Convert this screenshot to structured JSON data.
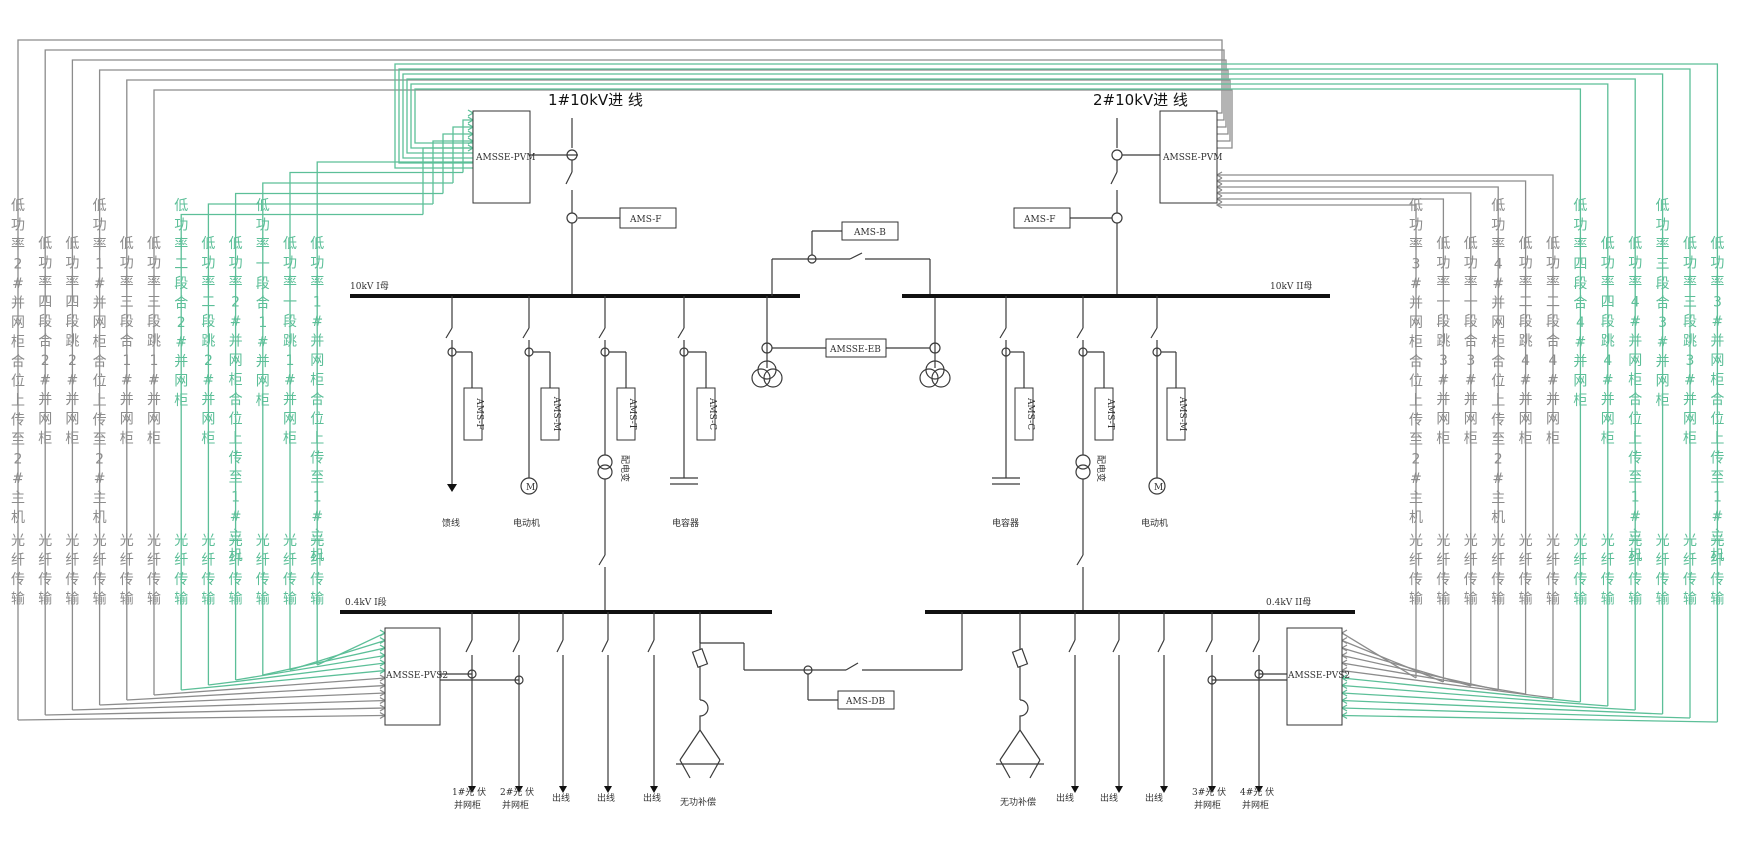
{
  "incoming": {
    "left": "1#10kV进 线",
    "right": "2#10kV进 线"
  },
  "devices": {
    "pvm": "AMSSE-PVM",
    "f": "AMS-F",
    "b": "AMS-B",
    "eb": "AMSSE-EB",
    "pvs2": "AMSSE-PVS2",
    "db": "AMS-DB",
    "branch_f": "AMS-F",
    "branch_m": "AMS-M",
    "branch_t": "AMS-T",
    "branch_c": "AMS-C"
  },
  "buses": {
    "hv_left": "10kV I母",
    "hv_right": "10kV II母",
    "lv_left": "0.4kV I段",
    "lv_right": "0.4kV II母"
  },
  "loads": {
    "feeder": "馈线",
    "motor": "电动机",
    "capacitor": "电容器",
    "transformer": "配电变",
    "motor_symbol": "M",
    "pv1": "1#光 伏",
    "pv2": "2#光 伏",
    "pv3": "3#光 伏",
    "pv4": "4#光 伏",
    "grid_cab": "并网柜",
    "out": "出线",
    "reactive": "无功补偿"
  },
  "left_labels": [
    {
      "top": "低功率2#并网柜合位上传至2#主机",
      "bottom": "光纤传输",
      "color": "gray"
    },
    {
      "top": "低功率四段合2#并网柜",
      "bottom": "光纤传输",
      "color": "gray"
    },
    {
      "top": "低功率四段跳2#并网柜",
      "bottom": "光纤传输",
      "color": "gray"
    },
    {
      "top": "低功率1#并网柜合位上传至2#主机",
      "bottom": "光纤传输",
      "color": "gray"
    },
    {
      "top": "低功率三段合1#并网柜",
      "bottom": "光纤传输",
      "color": "gray"
    },
    {
      "top": "低功率三段跳1#并网柜",
      "bottom": "光纤传输",
      "color": "gray"
    },
    {
      "top": "低功率二段合2#并网柜",
      "bottom": "光纤传输",
      "color": "teal"
    },
    {
      "top": "低功率二段跳2#并网柜",
      "bottom": "光纤传输",
      "color": "teal"
    },
    {
      "top": "低功率2#并网柜合位上传至1#主机",
      "bottom": "光纤传输",
      "color": "teal"
    },
    {
      "top": "低功率一段合1#并网柜",
      "bottom": "光纤传输",
      "color": "teal"
    },
    {
      "top": "低功率一段跳1#并网柜",
      "bottom": "光纤传输",
      "color": "teal"
    },
    {
      "top": "低功率1#并网柜合位上传至1#主机",
      "bottom": "光纤传输",
      "color": "teal"
    }
  ],
  "right_labels": [
    {
      "top": "低功率3#并网柜合位上传至2#主机",
      "bottom": "光纤传输",
      "color": "gray"
    },
    {
      "top": "低功率一段跳3#并网柜",
      "bottom": "光纤传输",
      "color": "gray"
    },
    {
      "top": "低功率一段合3#并网柜",
      "bottom": "光纤传输",
      "color": "gray"
    },
    {
      "top": "低功率4#并网柜合位上传至2#主机",
      "bottom": "光纤传输",
      "color": "gray"
    },
    {
      "top": "低功率二段跳4#并网柜",
      "bottom": "光纤传输",
      "color": "gray"
    },
    {
      "top": "低功率二段合4#并网柜",
      "bottom": "光纤传输",
      "color": "gray"
    },
    {
      "top": "低功率四段合4#并网柜",
      "bottom": "光纤传输",
      "color": "teal"
    },
    {
      "top": "低功率四段跳4#并网柜",
      "bottom": "光纤传输",
      "color": "teal"
    },
    {
      "top": "低功率4#并网柜合位上传至1#主机",
      "bottom": "光纤传输",
      "color": "teal"
    },
    {
      "top": "低功率三段合3#并网柜",
      "bottom": "光纤传输",
      "color": "teal"
    },
    {
      "top": "低功率三段跳3#并网柜",
      "bottom": "光纤传输",
      "color": "teal"
    },
    {
      "top": "低功率3#并网柜合位上传至1#主机",
      "bottom": "光纤传输",
      "color": "teal"
    }
  ],
  "colors": {
    "gray": "#8c8c8c",
    "teal": "#5cbf98"
  }
}
